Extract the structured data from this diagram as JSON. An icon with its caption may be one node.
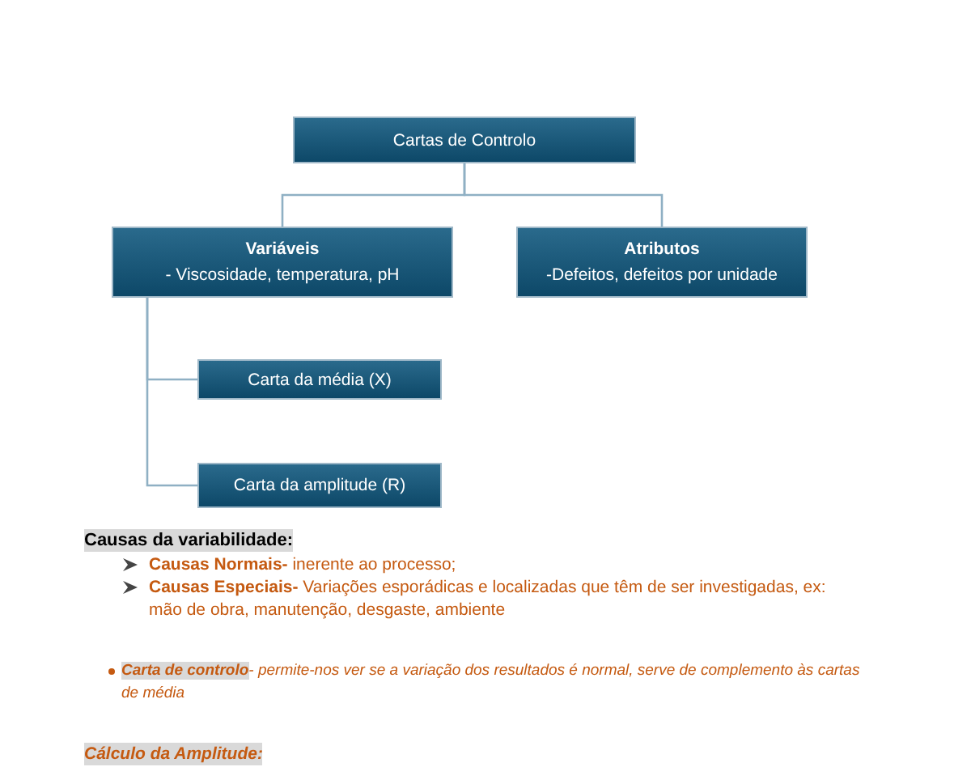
{
  "diagram": {
    "nodes": [
      {
        "text": [
          "Cartas de Controlo"
        ]
      },
      {
        "text": [
          "Variáveis",
          "- Viscosidade, temperatura, pH"
        ]
      },
      {
        "text": [
          "Atributos",
          "-Defeitos, defeitos por unidade"
        ]
      },
      {
        "text": [
          "Carta da média (X)"
        ]
      },
      {
        "text": [
          "Carta da amplitude (R)"
        ]
      }
    ],
    "edges": [
      {
        "from": 0,
        "to": 1,
        "arrow": "none"
      },
      {
        "from": 0,
        "to": 2,
        "arrow": "none"
      },
      {
        "from": 1,
        "to": 3,
        "arrow": "none"
      },
      {
        "from": 1,
        "to": 4,
        "arrow": "none"
      }
    ],
    "labels": [
      "Causas da variabilidade:",
      "**Causas Normais-** inerente ao processo;",
      "**Causas Especiais-** Variações esporádicas e localizadas que têm de ser investigadas, ex: mão de obra, manutenção, desgaste, ambiente",
      "**Carta de controlo**- permite-nos ver se a variação dos resultados é normal, serve de complemento às cartas de média",
      "Cálculo da Amplitude:"
    ]
  }
}
